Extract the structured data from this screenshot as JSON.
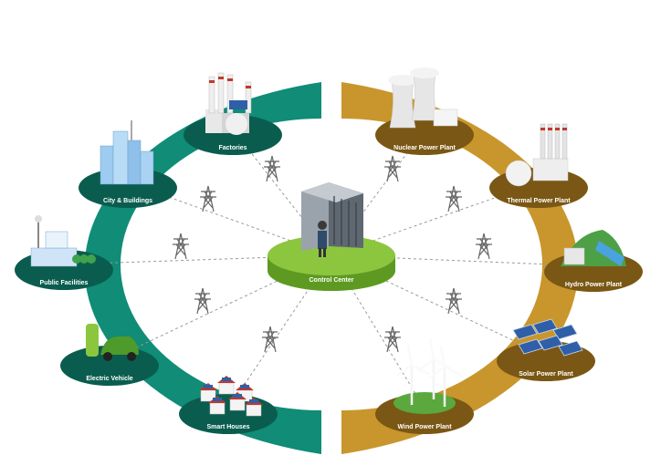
{
  "colors": {
    "consumer_ring": "#108c77",
    "producer_ring": "#c8962c",
    "platform_dark": "#0a5d4e",
    "platform_brown": "#7a5714",
    "center_green": "#8cc63f",
    "center_dark": "#5e9a22"
  },
  "center": {
    "label": "Control Center",
    "icon": "server-rack-icon"
  },
  "consumers": [
    {
      "label": "Factories",
      "icon": "factory-icon"
    },
    {
      "label": "City & Buildings",
      "icon": "city-buildings-icon"
    },
    {
      "label": "Public Facilities",
      "icon": "public-facilities-icon"
    },
    {
      "label": "Electric Vehicle",
      "icon": "electric-vehicle-icon"
    },
    {
      "label": "Smart Houses",
      "icon": "smart-houses-icon"
    }
  ],
  "producers": [
    {
      "label": "Nuclear Power Plant",
      "icon": "nuclear-plant-icon"
    },
    {
      "label": "Thermal Power Plant",
      "icon": "thermal-plant-icon"
    },
    {
      "label": "Hydro Power Plant",
      "icon": "hydro-plant-icon"
    },
    {
      "label": "Solar Power Plant",
      "icon": "solar-plant-icon"
    },
    {
      "label": "Wind Power Plant",
      "icon": "wind-plant-icon"
    }
  ],
  "tower_icon": "transmission-tower-icon"
}
